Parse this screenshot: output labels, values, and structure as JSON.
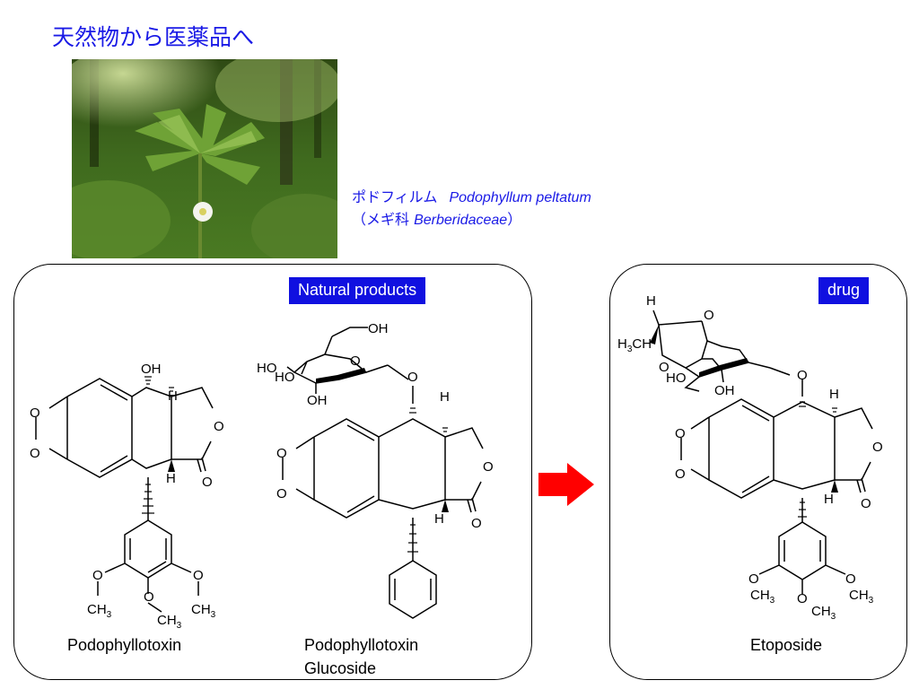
{
  "title": "天然物から医薬品へ",
  "photo": {
    "icon": "podophyllum-plant-photo"
  },
  "caption": {
    "line1_jp": "ポドフィルム",
    "line1_latin": "Podophyllum peltatum",
    "line2_open": "（メギ科",
    "line2_latin": "Berberidaceae",
    "line2_close": "）"
  },
  "groups": {
    "natural_label": "Natural products",
    "drug_label": "drug"
  },
  "compounds": {
    "podophyllotoxin": {
      "line1": "Podophyllotoxin"
    },
    "glucoside": {
      "line1": "Podophyllotoxin",
      "line2": "Glucoside"
    },
    "etoposide": {
      "line1": "Etoposide"
    }
  },
  "atoms": {
    "oxygen": "O",
    "hydrogen": "H",
    "hydroxyl": "OH",
    "ho": "HO",
    "methyl": "CH",
    "h3": "H",
    "sub3": "3"
  },
  "colors": {
    "title": "#1a1ae6",
    "tag_bg": "#1010e0",
    "arrow": "#ff0000"
  }
}
